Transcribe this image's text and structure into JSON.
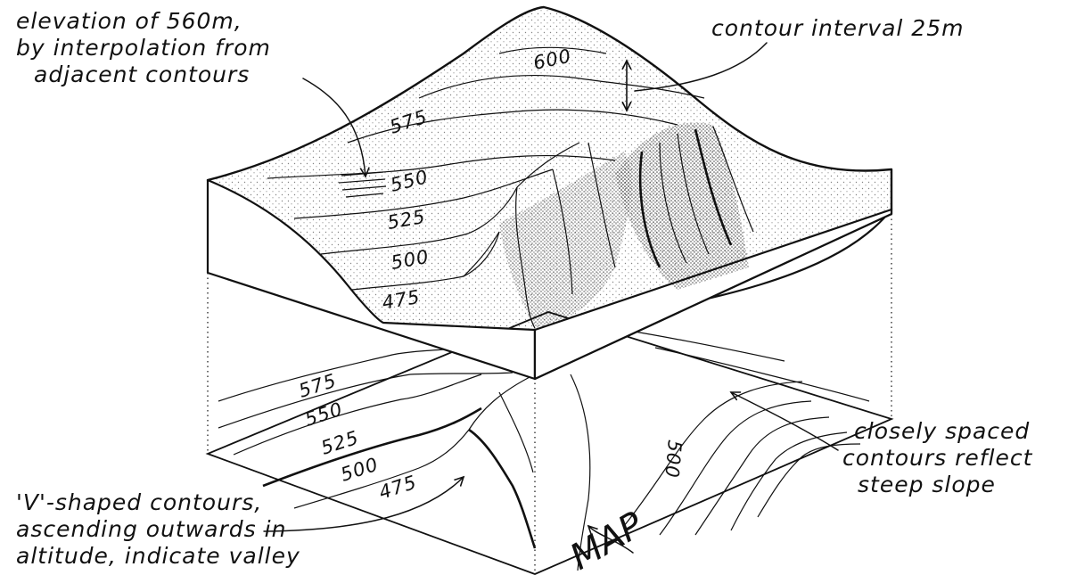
{
  "annotations": {
    "elevation_note": [
      "elevation of 560m,",
      "by interpolation from",
      "adjacent contours"
    ],
    "interval_note": "contour interval 25m",
    "steep_note": [
      "closely spaced",
      "contours reflect",
      "steep slope"
    ],
    "valley_note": [
      "'V'-shaped contours,",
      "ascending outwards in",
      "altitude, indicate valley"
    ],
    "map_label": "MAP"
  },
  "block_contour_labels": [
    "600",
    "575",
    "550",
    "525",
    "500",
    "475"
  ],
  "map_contour_labels": [
    "575",
    "550",
    "525",
    "500",
    "475",
    "500"
  ],
  "colors": {
    "ink": "#111111",
    "background": "#ffffff"
  }
}
